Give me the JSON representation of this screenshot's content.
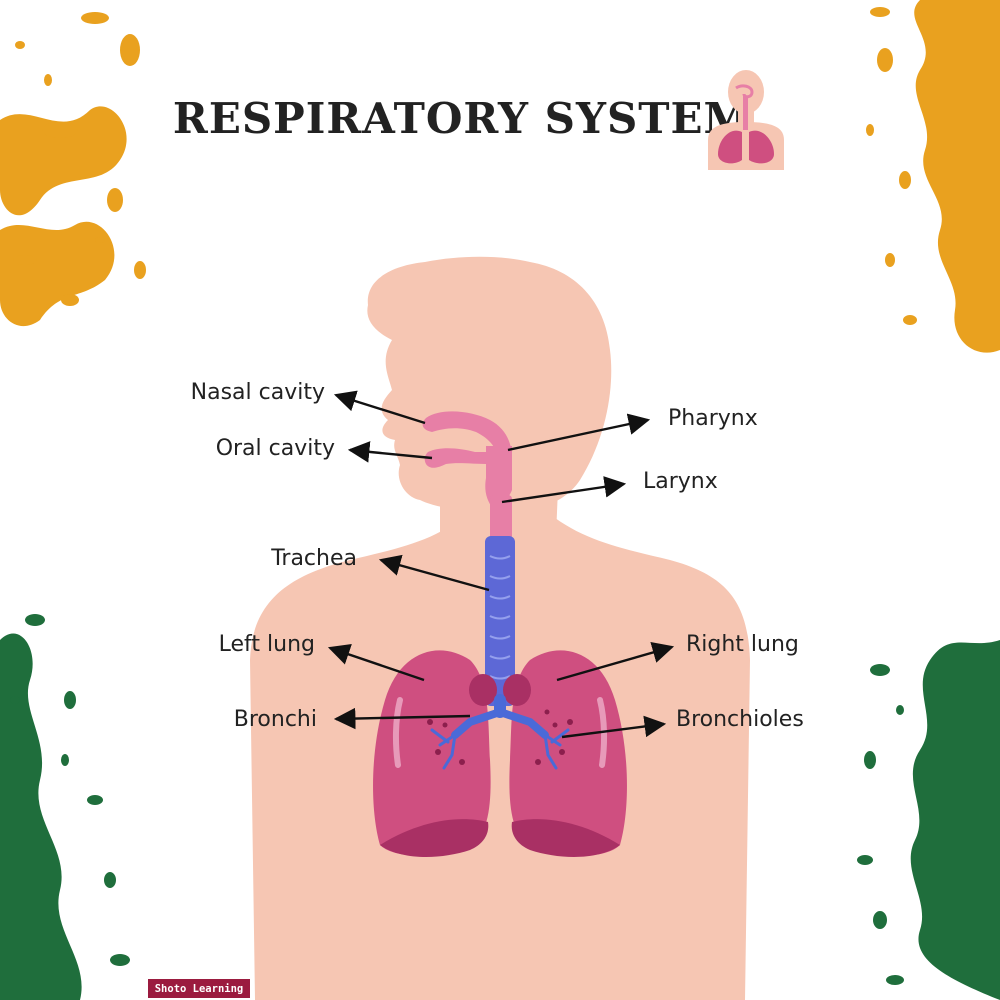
{
  "title": "RESPIRATORY SYSTEM",
  "labels": {
    "nasal_cavity": "Nasal cavity",
    "oral_cavity": "Oral cavity",
    "pharynx": "Pharynx",
    "larynx": "Larynx",
    "trachea": "Trachea",
    "left_lung": "Left lung",
    "right_lung": "Right lung",
    "bronchi": "Bronchi",
    "bronchioles": "Bronchioles"
  },
  "watermark": "Shoto Learning",
  "colors": {
    "skin": "#f6c6b3",
    "airway_pink": "#e77fa6",
    "trachea_blue": "#5d68d6",
    "lung": "#cf4f80",
    "lung_dark": "#a93064",
    "bronchi_blue": "#4a6ad8",
    "splatter_orange": "#e9a11f",
    "splatter_green": "#1f6e3c",
    "watermark_bg": "#9b1b3f"
  },
  "icons": [
    "respiratory-system-icon"
  ]
}
